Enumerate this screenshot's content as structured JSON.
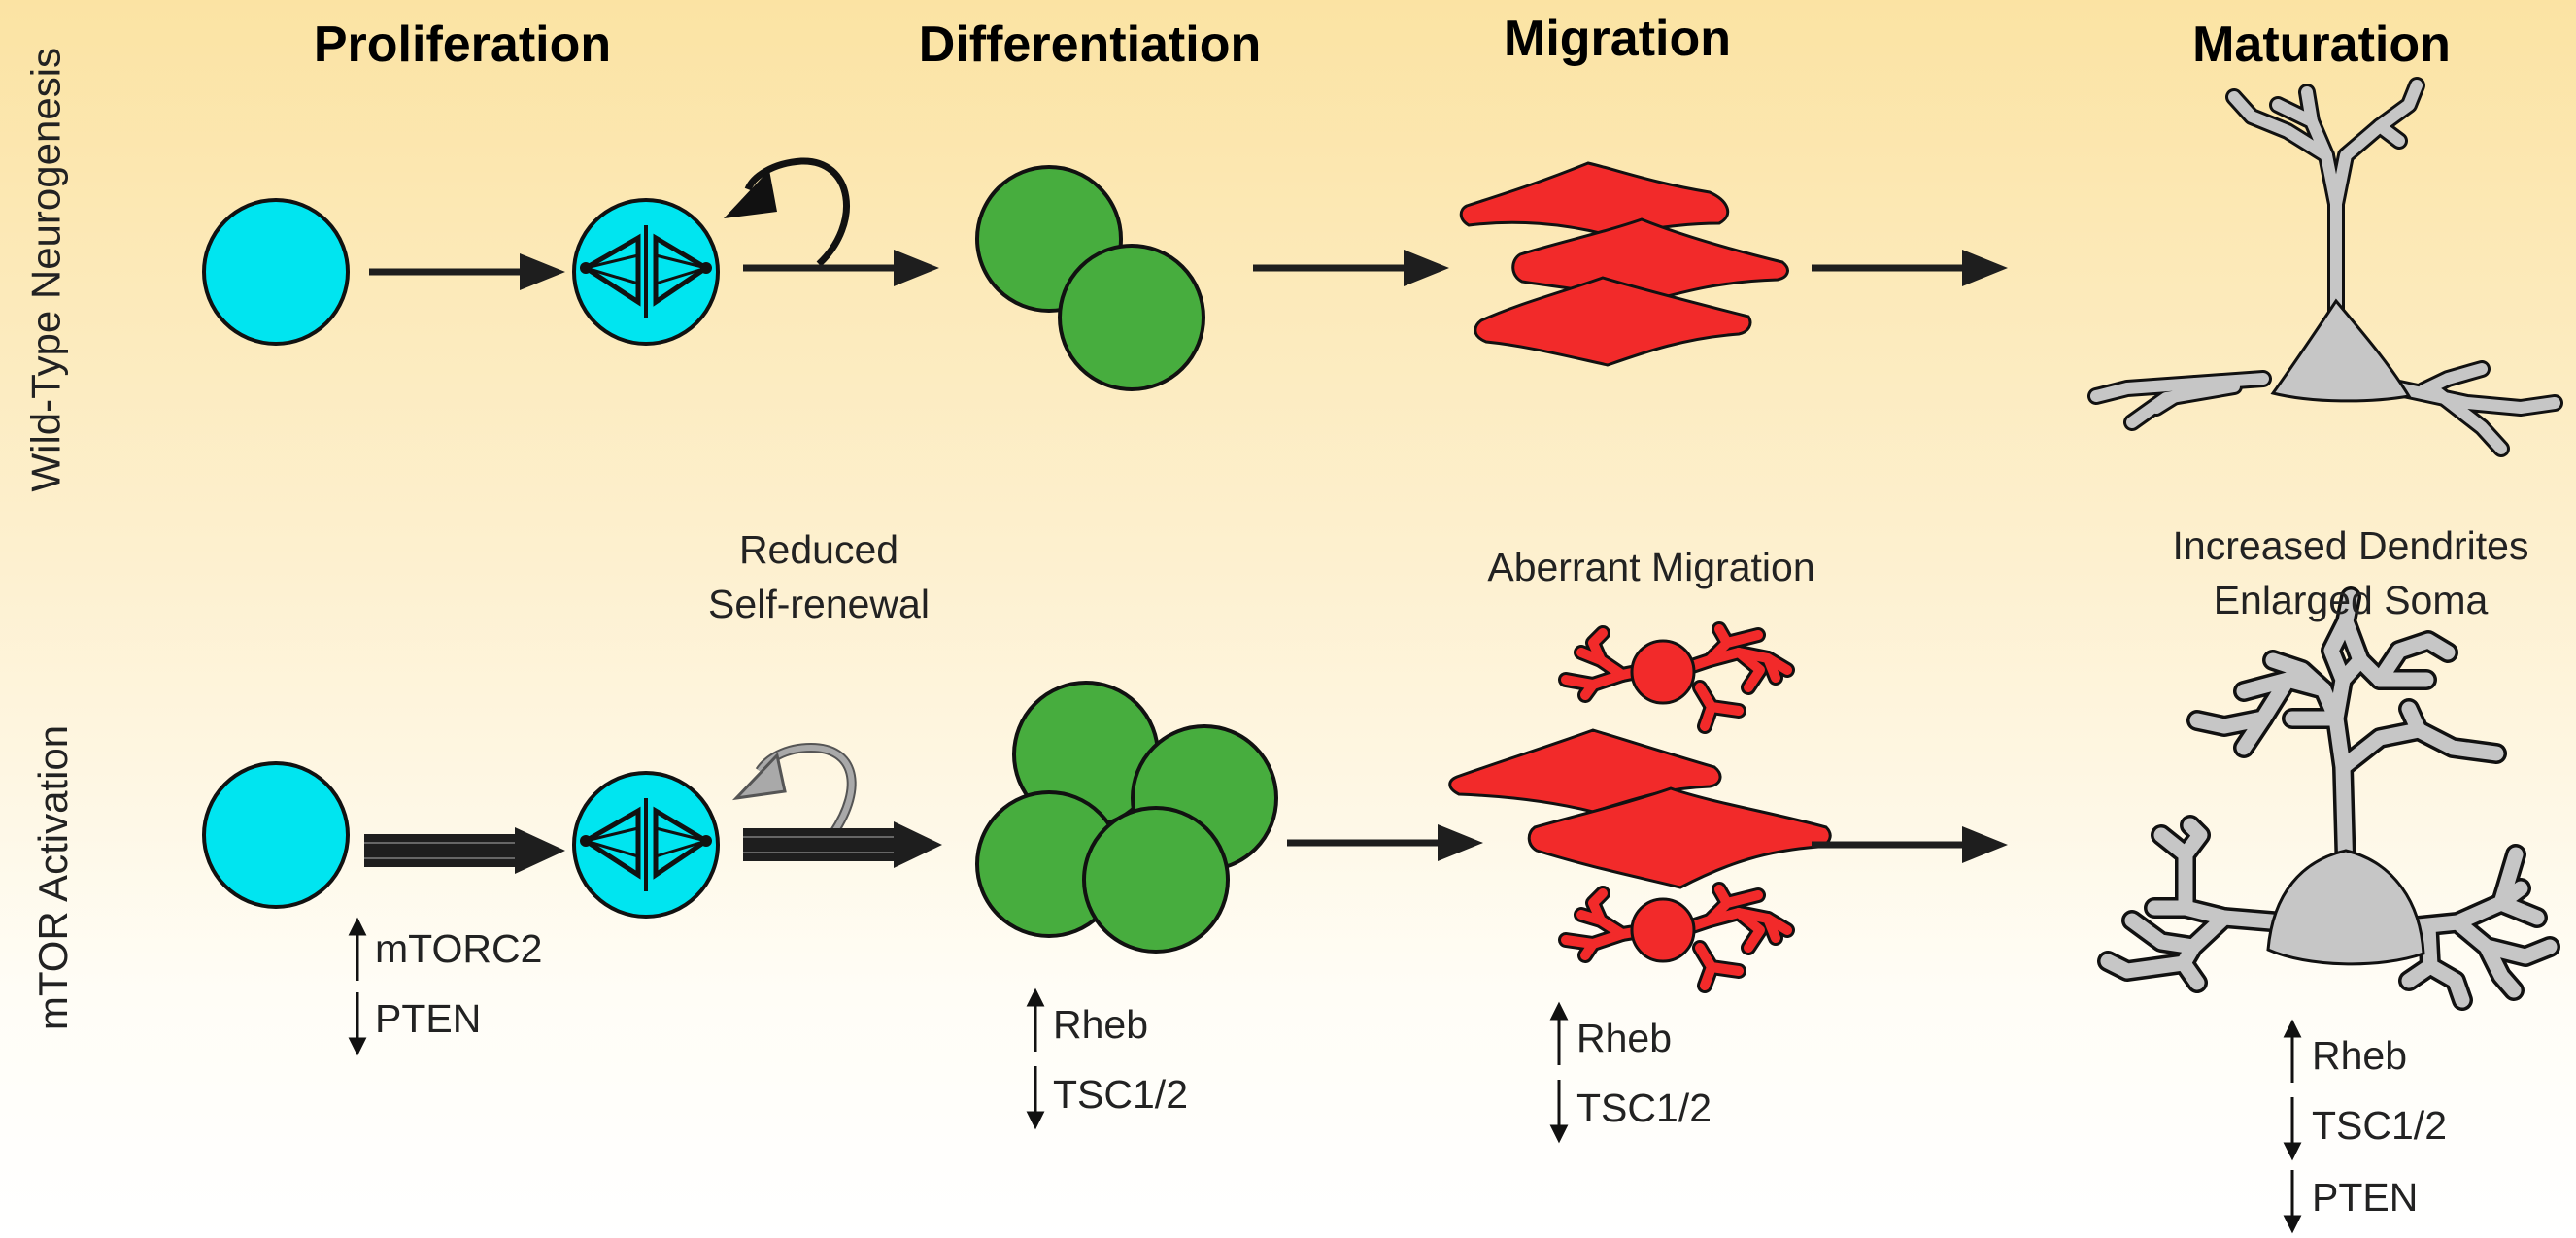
{
  "stages": [
    {
      "label": "Proliferation"
    },
    {
      "label": "Differentiation"
    },
    {
      "label": "Migration"
    },
    {
      "label": "Maturation"
    }
  ],
  "rows": {
    "wild_type": "Wild-Type Neurogenesis",
    "mtor": "mTOR Activation"
  },
  "notes": {
    "reduced_1": "Reduced",
    "reduced_2": "Self-renewal",
    "aberrant": "Aberrant Migration",
    "dendrites_1": "Increased Dendrites",
    "dendrites_2": "Enlarged Soma"
  },
  "regulators": {
    "proliferation": [
      {
        "direction": "up",
        "name": "mTORC2"
      },
      {
        "direction": "down",
        "name": "PTEN"
      }
    ],
    "differentiation": [
      {
        "direction": "up",
        "name": "Rheb"
      },
      {
        "direction": "down",
        "name": "TSC1/2"
      }
    ],
    "migration": [
      {
        "direction": "up",
        "name": "Rheb"
      },
      {
        "direction": "down",
        "name": "TSC1/2"
      }
    ],
    "maturation": [
      {
        "direction": "up",
        "name": "Rheb"
      },
      {
        "direction": "down",
        "name": "TSC1/2"
      },
      {
        "direction": "down",
        "name": "PTEN"
      }
    ]
  },
  "colors": {
    "progenitor": "#00e5f0",
    "differentiating": "#47ad3e",
    "migrating": "#f22a2a",
    "neuron": "#c6c6c6",
    "arrow": "#1e1e1e",
    "self_renewal_reduced": "#a9a9a9"
  }
}
